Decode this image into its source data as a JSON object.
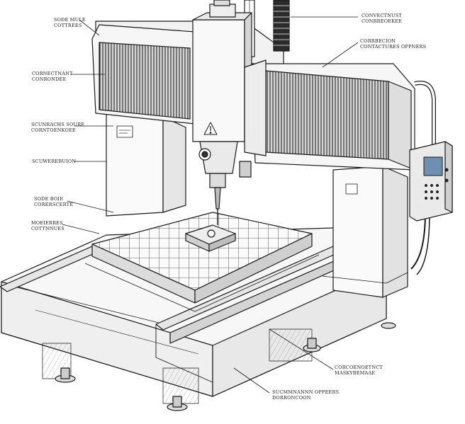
{
  "labels": [
    {
      "id": "top-left-1",
      "lines": [
        "Sode mule",
        "Cottrees"
      ]
    },
    {
      "id": "left-2",
      "lines": [
        "Cornectnant",
        "Conrondee"
      ]
    },
    {
      "id": "left-3",
      "lines": [
        "Scunrachs Soure",
        "Corntoenkoee"
      ]
    },
    {
      "id": "left-4",
      "lines": [
        "Scuwerebuion"
      ]
    },
    {
      "id": "left-5",
      "lines": [
        "Sode Boie",
        "Corerscerte"
      ]
    },
    {
      "id": "left-6",
      "lines": [
        "Moeierres",
        "Cottnnues"
      ]
    },
    {
      "id": "top-right-1",
      "lines": [
        "Convectnust",
        "Conrreoekee"
      ]
    },
    {
      "id": "top-right-2",
      "lines": [
        "Corrbecion",
        "Contactures Oppners"
      ]
    },
    {
      "id": "bottom-right-1",
      "lines": [
        "Corcoenoetnct",
        "Maskybemaae"
      ]
    },
    {
      "id": "bottom-2",
      "lines": [
        "Sucmmnannn Oppeers",
        "Dorroncoon"
      ]
    }
  ],
  "colors": {
    "ink": "#1a1a1a",
    "paper": "#ffffff",
    "hatch": "#333333",
    "shade": "#d9d9d9",
    "panel_blue": "#6f8fb0"
  },
  "icons": [
    "warning-triangle-icon",
    "control-panel-screen-icon"
  ]
}
